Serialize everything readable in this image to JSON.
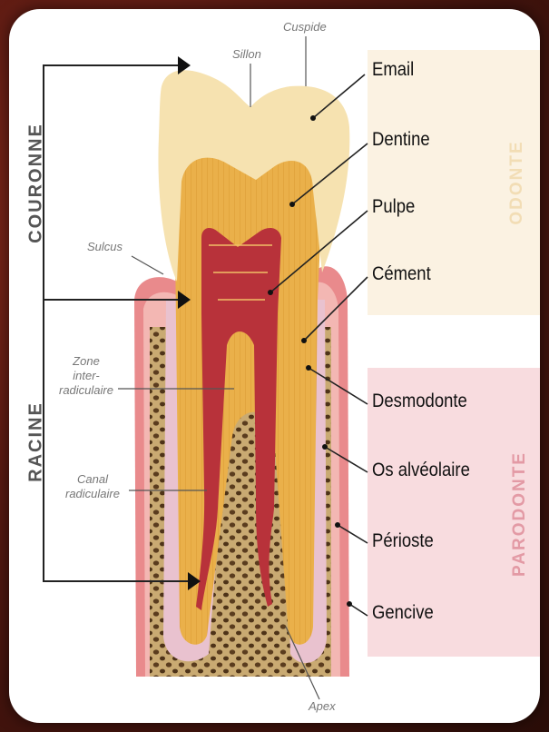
{
  "sections": {
    "couronne": "COURONNE",
    "racine": "RACINE",
    "odonte": "ODONTE",
    "parodonte": "PARODONTE"
  },
  "labels": {
    "email": "Email",
    "dentine": "Dentine",
    "pulpe": "Pulpe",
    "cement": "Cément",
    "desmodonte": "Desmodonte",
    "os_alveolaire": "Os alvéolaire",
    "perioste": "Périoste",
    "gencive": "Gencive"
  },
  "small_labels": {
    "cuspide": "Cuspide",
    "sillon": "Sillon",
    "sulcus": "Sulcus",
    "zone_line1": "Zone",
    "zone_line2": "inter-",
    "zone_line3": "radiculaire",
    "canal_line1": "Canal",
    "canal_line2": "radiculaire",
    "apex": "Apex"
  },
  "colors": {
    "enamel": "#f6e2b0",
    "dentin": "#eab44a",
    "pulp": "#b8323a",
    "gum": "#e98a8c",
    "bone": "#c8a66e",
    "odonte_panel": "#fbf2e2",
    "parodonte_panel": "#f8dcdf"
  }
}
